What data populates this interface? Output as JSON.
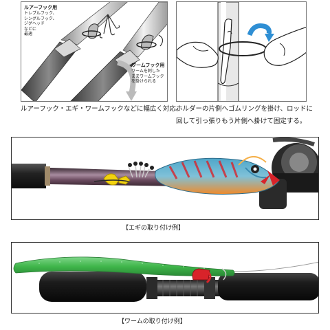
{
  "panels": {
    "top_left": {
      "lure_hook_label": "ルアーフック用",
      "lure_hook_types": "トレブルフック、\nシングルフック、\nジグヘッド\nなどに\n最適",
      "worm_hook_label": "ワームフック用",
      "worm_hook_desc": "ワームを刺した\nままワームフック\nを掛けられる",
      "caption": "ルアーフック・エギ・ワームフックなどに幅広く対応。"
    },
    "top_right": {
      "caption_line1": "ホルダーの片側へゴムリングを掛け、ロッドに",
      "caption_line2": "回して引っ張りもう片側へ掛けて固定する。"
    },
    "egi": {
      "caption": "【エギの取り付け例】"
    },
    "worm": {
      "caption": "【ワームの取り付け例】"
    }
  },
  "colors": {
    "rod_purple": "#6a4a5e",
    "grip_black": "#1e1e1e",
    "holder_yellow": "#f2d20f",
    "holder_red": "#d8232a",
    "worm_green": "#3fb54a",
    "egi_blue": "#4fa6c9",
    "egi_orange": "#f08a2a",
    "arrow_blue": "#2f8fd4"
  }
}
